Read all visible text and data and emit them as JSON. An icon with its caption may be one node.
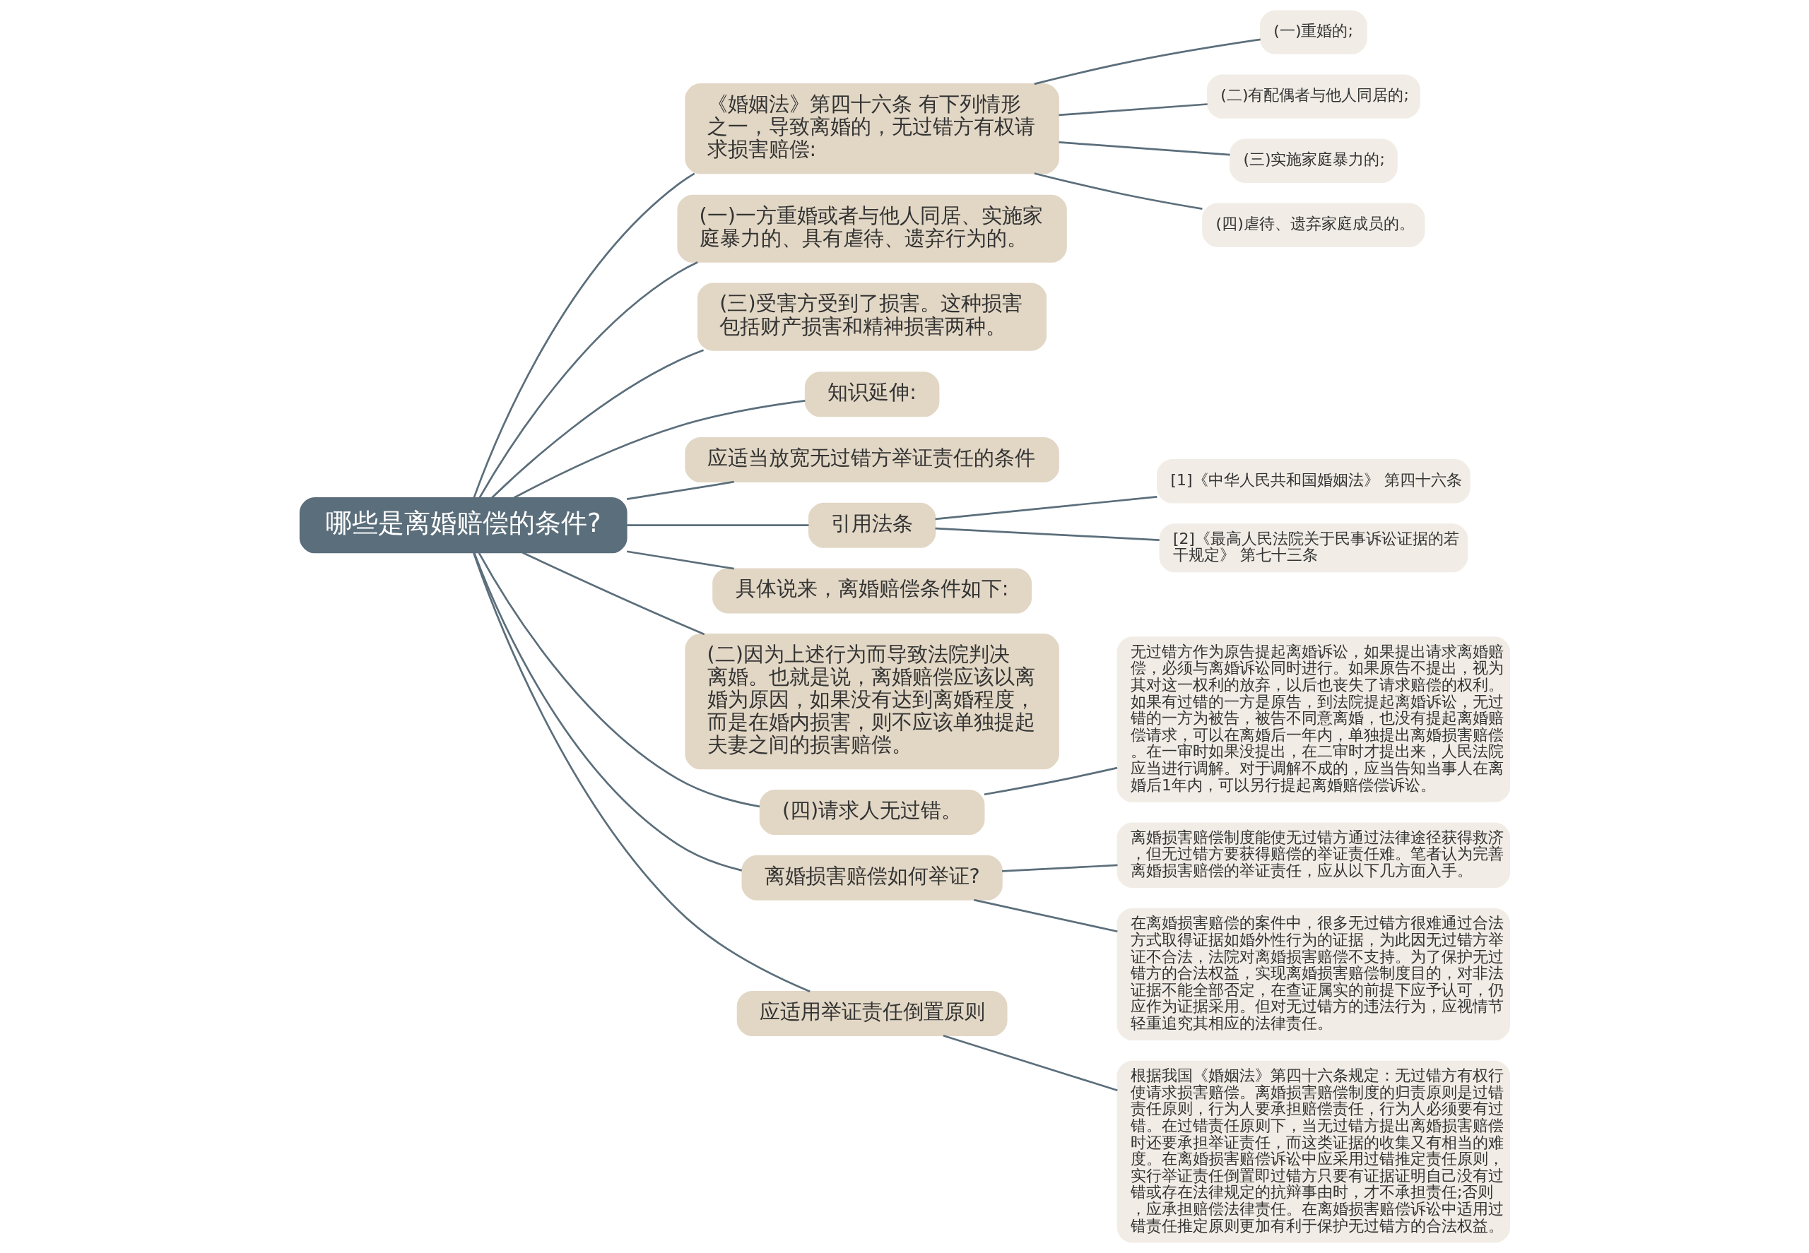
{
  "diagram": {
    "nodes": [
      {
        "text": [
          "哪些是离婚赔偿的条件?"
        ]
      },
      {
        "text": [
          "《婚姻法》第四十六条 有下列情形之一，导致离婚的，无过错方有权请求损害赔偿:"
        ]
      },
      {
        "text": [
          "(一)重婚的;"
        ]
      },
      {
        "text": [
          "(二)有配偶者与他人同居的;"
        ]
      },
      {
        "text": [
          "(三)实施家庭暴力的;"
        ]
      },
      {
        "text": [
          "(四)虐待、遗弃家庭成员的。"
        ]
      },
      {
        "text": [
          "(一)一方重婚或者与他人同居、实施家庭暴力的、具有虐待、遗弃行为的。"
        ]
      },
      {
        "text": [
          "(三)受害方受到了损害。这种损害包括财产损害和精神损害两种。"
        ]
      },
      {
        "text": [
          "知识延伸:"
        ]
      },
      {
        "text": [
          "应适当放宽无过错方举证责任的条件"
        ]
      },
      {
        "text": [
          "引用法条"
        ]
      },
      {
        "text": [
          "[1]《中华人民共和国婚姻法》 第四十六条"
        ]
      },
      {
        "text": [
          "[2]《最高人民法院关于民事诉讼证据的若干规定》 第七十三条"
        ]
      },
      {
        "text": [
          "具体说来，离婚赔偿条件如下:"
        ]
      },
      {
        "text": [
          "(二)因为上述行为而导致法院判决离婚。也就是说，离婚赔偿应该以离婚为原因，如果没有达到离婚程度，而是在婚内损害，则不应该单独提起夫妻之间的损害赔偿。"
        ]
      },
      {
        "text": [
          "(四)请求人无过错。"
        ]
      },
      {
        "text": [
          "无过错方作为原告提起离婚诉讼，如果提出请求离婚赔偿，必须与离婚诉讼同时进行。如果原告不提出，视为其对这一权利的放弃，以后也丧失了请求赔偿的权利。如果有过错的一方是原告，到法院提起离婚诉讼，无过错的一方为被告，被告不同意离婚，也没有提起离婚赔偿请求，可以在离婚后一年内，单独提出离婚损害赔偿。在一审时如果没提出，在二审时才提出来，人民法院应当进行调解。对于调解不成的，应当告知当事人在离婚后1年内，可以另行提起离婚赔偿偿诉讼。"
        ]
      },
      {
        "text": [
          "离婚损害赔偿如何举证?"
        ]
      },
      {
        "text": [
          "离婚损害赔偿制度能使无过错方通过法律途径获得救济，但无过错方要获得赔偿的举证责任难。笔者认为完善离婚损害赔偿的举证责任，应从以下几方面入手。"
        ]
      },
      {
        "text": [
          "在离婚损害赔偿的案件中，很多无过错方很难通过合法方式取得证据如婚外性行为的证据，为此因无过错方举证不合法，法院对离婚损害赔偿不支持。为了保护无过错方的合法权益，实现离婚损害赔偿制度目的，对非法证据不能全部否定，在查证属实的前提下应予认可，仍应作为证据采用。但对无过错方的违法行为，应视情节轻重追究其相应的法律责任。"
        ]
      },
      {
        "text": [
          "应适用举证责任倒置原则"
        ]
      },
      {
        "text": [
          "根据我国《婚姻法》第四十六条规定：无过错方有权行使请求损害赔偿。离婚损害赔偿制度的归责原则是过错责任原则，行为人要承担赔偿责任，行为人必须要有过错。在过错责任原则下，当无过错方提出离婚损害赔偿时还要承担举证责任，而这类证据的收集又有相当的难度。在离婚损害赔偿诉讼中应采用过错推定责任原则，实行举证责任倒置即过错方只要有证据证明自己没有过错或存在法律规定的抗辩事由时，才不承担责任;否则，应承担赔偿法律责任。在离婚损害赔偿诉讼中适用过错责任推定原则更加有利于保护无过错方的合法权益。"
        ]
      }
    ],
    "edges": [
      {
        "from": 0,
        "to": 1,
        "arrow": "none"
      },
      {
        "from": 1,
        "to": 2,
        "arrow": "none"
      },
      {
        "from": 1,
        "to": 3,
        "arrow": "none"
      },
      {
        "from": 1,
        "to": 4,
        "arrow": "none"
      },
      {
        "from": 1,
        "to": 5,
        "arrow": "none"
      },
      {
        "from": 0,
        "to": 6,
        "arrow": "none"
      },
      {
        "from": 0,
        "to": 7,
        "arrow": "none"
      },
      {
        "from": 0,
        "to": 8,
        "arrow": "none"
      },
      {
        "from": 0,
        "to": 9,
        "arrow": "none"
      },
      {
        "from": 0,
        "to": 10,
        "arrow": "none"
      },
      {
        "from": 10,
        "to": 11,
        "arrow": "none"
      },
      {
        "from": 10,
        "to": 12,
        "arrow": "none"
      },
      {
        "from": 0,
        "to": 13,
        "arrow": "none"
      },
      {
        "from": 0,
        "to": 14,
        "arrow": "none"
      },
      {
        "from": 0,
        "to": 15,
        "arrow": "none"
      },
      {
        "from": 15,
        "to": 16,
        "arrow": "none"
      },
      {
        "from": 0,
        "to": 17,
        "arrow": "none"
      },
      {
        "from": 17,
        "to": 18,
        "arrow": "none"
      },
      {
        "from": 17,
        "to": 19,
        "arrow": "none"
      },
      {
        "from": 0,
        "to": 20,
        "arrow": "none"
      },
      {
        "from": 20,
        "to": 21,
        "arrow": "none"
      }
    ]
  }
}
